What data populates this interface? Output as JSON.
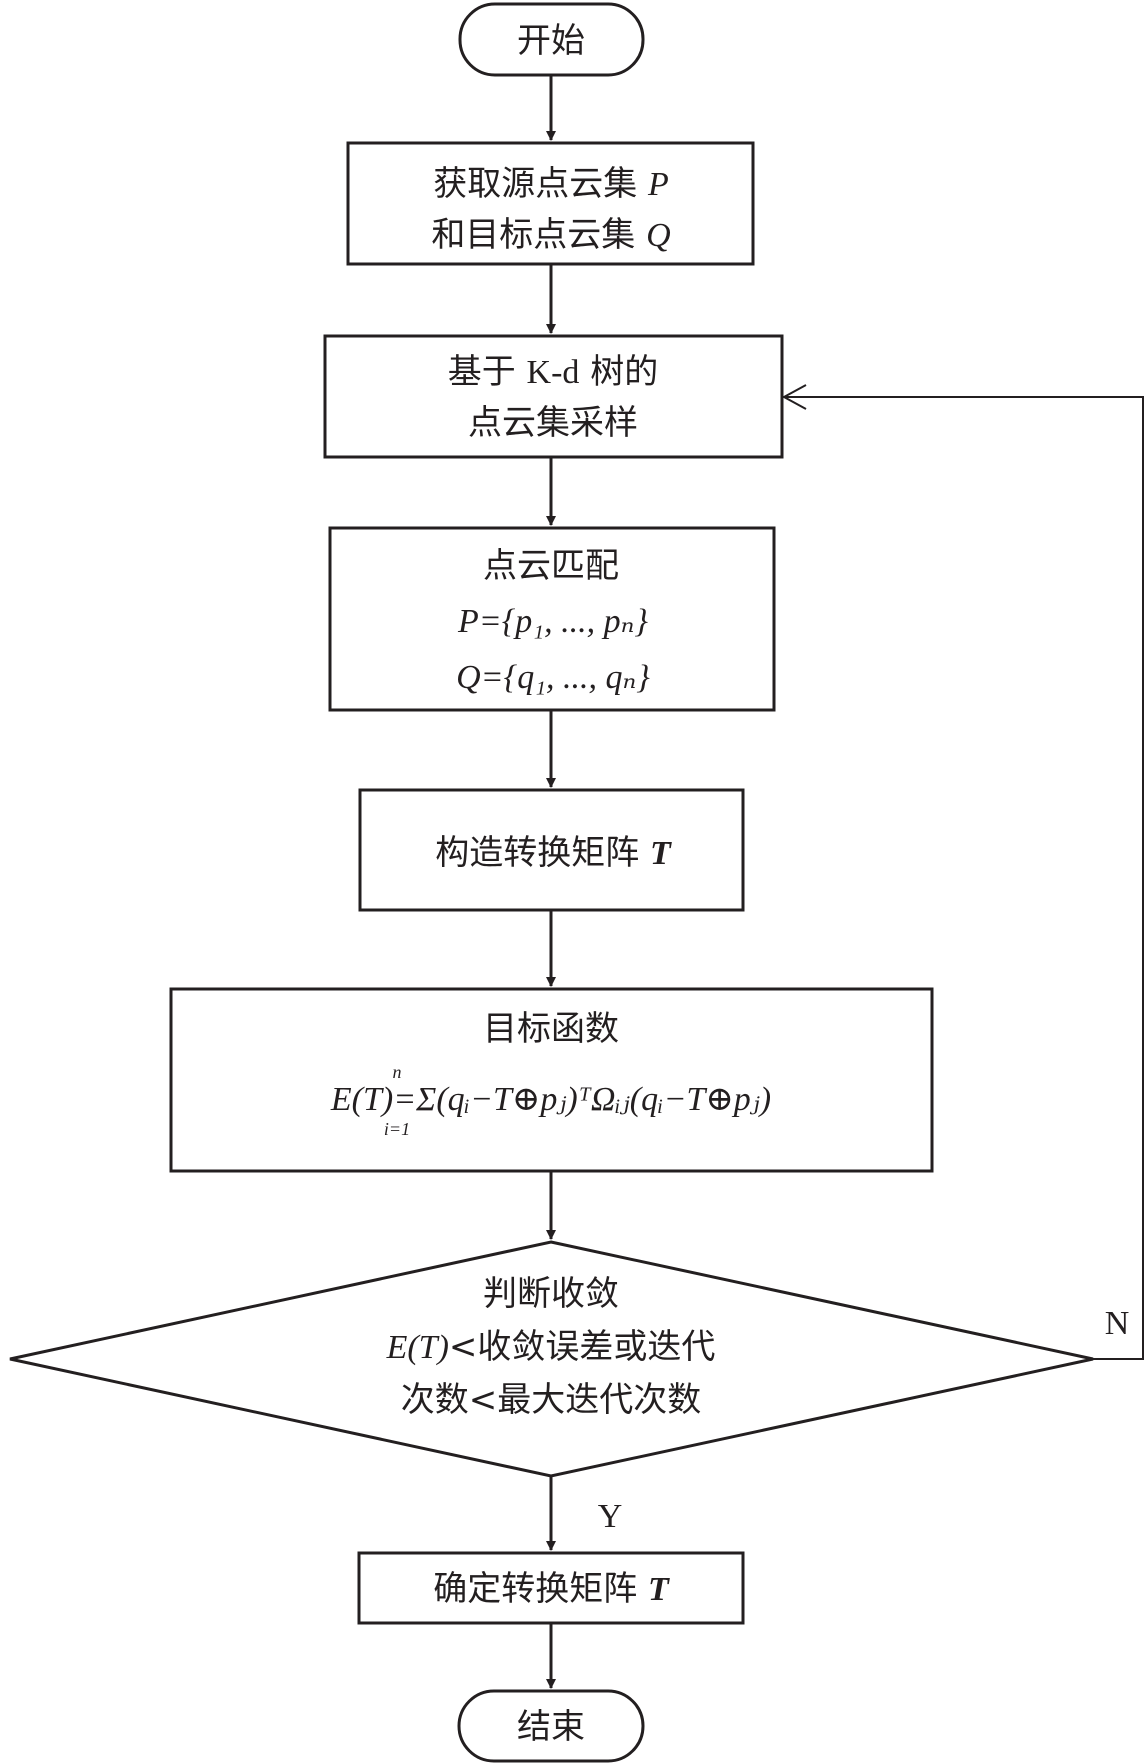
{
  "nodes": {
    "start": "开始",
    "acquire": {
      "line1_cn": "获取源点云集 ",
      "line1_var": "P",
      "line2_cn": "和目标点云集 ",
      "line2_var": "Q"
    },
    "sample": {
      "line1_a": "基于 ",
      "line1_b": "K-d",
      "line1_c": " 树的",
      "line2": "点云集采样"
    },
    "match": {
      "title": "点云匹配",
      "p_set": "P={p₁, ..., pₙ}",
      "q_set": "Q={q₁, ..., qₙ}"
    },
    "construct": {
      "text": "构造转换矩阵 ",
      "var": "T"
    },
    "objective": {
      "title": "目标函数",
      "formula": "E(T)=Σ(qᵢ−T⊕pⱼ)ᵀΩᵢⱼ(qᵢ−T⊕pⱼ)",
      "sum_upper": "n",
      "sum_lower": "i=1"
    },
    "decision": {
      "line1": "判断收敛",
      "line2_var": "E(T)",
      "line2_cn": "<收敛误差或迭代",
      "line3": "次数<最大迭代次数"
    },
    "determine": {
      "text": "确定转换矩阵 ",
      "var": "T"
    },
    "end": "结束"
  },
  "edges": {
    "no_label": "N",
    "yes_label": "Y"
  }
}
